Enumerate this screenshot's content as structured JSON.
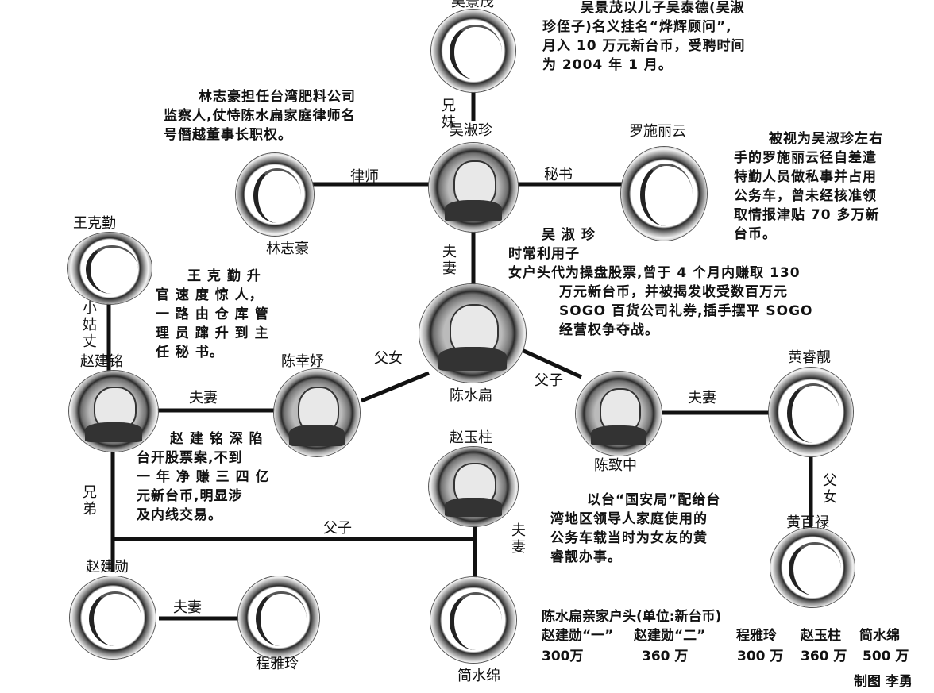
{
  "people": {
    "wu_jingmao": "吴景茂",
    "wu_shuzhen": "吴淑珍",
    "lin_zhihao": "林志豪",
    "luo_shiliyun": "罗施丽云",
    "wang_keqin": "王克勤",
    "chen_shuibian": "陈水扁",
    "zhao_jianming": "赵建铭",
    "chen_xingyu": "陈幸妤",
    "chen_zhizhong": "陈致中",
    "huang_ruijing": "黄睿靓",
    "zhao_yuzhu": "赵玉柱",
    "huang_bailu": "黄百禄",
    "zhao_jianxun": "赵建勋",
    "cheng_yaling": "程雅玲",
    "jian_shuimian": "简水绵"
  },
  "relations": {
    "wu_siblings": "兄妹",
    "lawyer": "律师",
    "secretary": "秘书",
    "chen_wu_couple": "夫妻",
    "aunt_husband": "小姑丈",
    "father_daughter": "父女",
    "father_son_chen": "父子",
    "zhao_couple": "夫妻",
    "chen_huang_couple": "夫妻",
    "huang_father_daughter": "父女",
    "zhao_brothers": "兄弟",
    "zhao_father_son": "父子",
    "zhao_yuzhu_couple": "夫妻",
    "zhao_cheng_couple": "夫妻"
  },
  "notes": {
    "wu_jingmao": [
      "吴景茂以儿子吴泰德(吴淑",
      "珍侄子)名义挂名“烨辉顾问”,",
      "月入 10 万元新台币，受聘时间",
      "为 2004 年 1 月。"
    ],
    "lin_zhihao": [
      "林志豪担任台湾肥料公司",
      "监察人,仗恃陈水扁家庭律师名",
      "号僭越董事长职权。"
    ],
    "luo_shiliyun": [
      "被视为吴淑珍左右",
      "手的罗施丽云径自差遣",
      "特勤人员做私事并占用",
      "公务车，曾未经核准领",
      "取情报津贴 70 多万新",
      "台币。"
    ],
    "wu_shuzhen": [
      "吴 淑 珍",
      "时常利用子",
      "女户头代为操盘股票,曾于 4 个月内赚取 130",
      "万元新台币，并被揭发收受数百万元",
      "SOGO 百货公司礼券,插手摆平 SOGO",
      "经营权争夺战。"
    ],
    "wang_keqin": [
      "王 克 勤 升",
      "官 速 度 惊 人，",
      "一 路 由 仓 库 管",
      "理 员 蹿 升 到 主",
      "任 秘 书。"
    ],
    "zhao_jianming": [
      "赵 建 铭 深 陷",
      "台开股票案,不到",
      "一 年 净 赚 三 四 亿",
      "元新台币,明显涉",
      "及内线交易。"
    ],
    "chen_zhizhong": [
      "以台“国安局”配给台",
      "湾地区领导人家庭使用的",
      "公务车载当时为女友的黄",
      "睿靓办事。"
    ]
  },
  "table": {
    "title": "陈水扁亲家户头(单位:新台币)",
    "columns": [
      "赵建勋“一”",
      "赵建勋“二”",
      "程雅玲",
      "赵玉柱",
      "简水绵"
    ],
    "values": [
      "300万",
      "360 万",
      "300 万",
      "360 万",
      "500 万"
    ]
  },
  "credit": "制图 李勇"
}
